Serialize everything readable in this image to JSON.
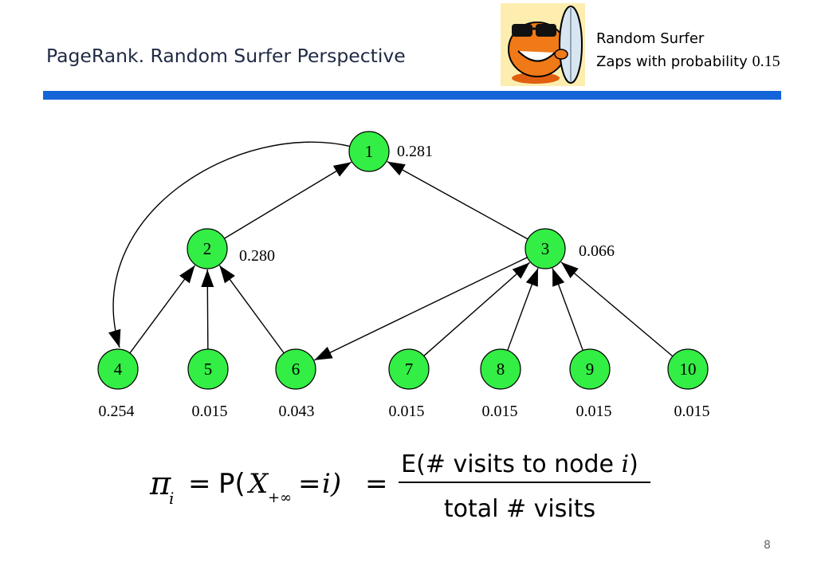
{
  "slide": {
    "title": "PageRank. Random Surfer Perspective",
    "page_number": "8"
  },
  "surfer": {
    "icon": "surfer-cartoon-icon",
    "line1": "Random Surfer",
    "line2_prefix": "Zaps with probability ",
    "line2_value": "0.15"
  },
  "colors": {
    "node_fill": "#33ee44",
    "accent_bar": "#1565d8",
    "title": "#1f2a44"
  },
  "graph": {
    "nodes": [
      {
        "id": "1",
        "label": "1",
        "rank": "0.281"
      },
      {
        "id": "2",
        "label": "2",
        "rank": "0.280"
      },
      {
        "id": "3",
        "label": "3",
        "rank": "0.066"
      },
      {
        "id": "4",
        "label": "4",
        "rank": "0.254"
      },
      {
        "id": "5",
        "label": "5",
        "rank": "0.015"
      },
      {
        "id": "6",
        "label": "6",
        "rank": "0.043"
      },
      {
        "id": "7",
        "label": "7",
        "rank": "0.015"
      },
      {
        "id": "8",
        "label": "8",
        "rank": "0.015"
      },
      {
        "id": "9",
        "label": "9",
        "rank": "0.015"
      },
      {
        "id": "10",
        "label": "10",
        "rank": "0.015"
      }
    ],
    "edges": [
      {
        "from": "2",
        "to": "1"
      },
      {
        "from": "3",
        "to": "1"
      },
      {
        "from": "1",
        "to": "4"
      },
      {
        "from": "4",
        "to": "2"
      },
      {
        "from": "5",
        "to": "2"
      },
      {
        "from": "6",
        "to": "2"
      },
      {
        "from": "3",
        "to": "6"
      },
      {
        "from": "7",
        "to": "3"
      },
      {
        "from": "8",
        "to": "3"
      },
      {
        "from": "9",
        "to": "3"
      },
      {
        "from": "10",
        "to": "3"
      }
    ]
  },
  "formula": {
    "pi": "π",
    "sub_i": "i",
    "eq1": "=",
    "P": "P(",
    "X": "X",
    "X_sub": "+∞",
    "eq_inner": "=",
    "i_close": "i)",
    "eq2": "=",
    "numerator_prefix": "E(# visits to node ",
    "numerator_var": "i",
    "numerator_suffix": ")",
    "denominator": "total # visits"
  }
}
